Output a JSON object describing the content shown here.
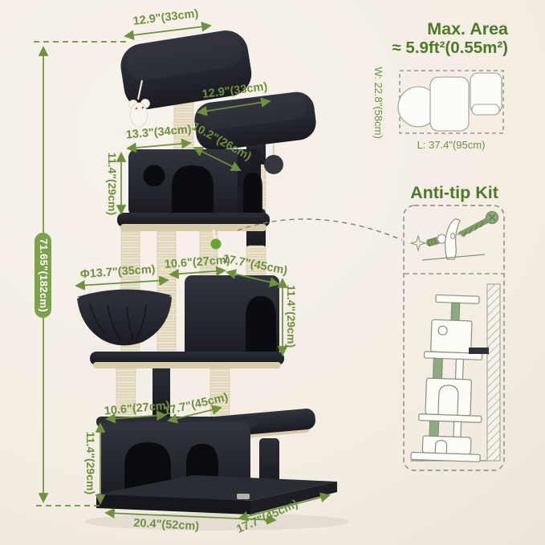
{
  "product": {
    "description": "Cat tree dimension diagram"
  },
  "dimensions": {
    "top_perch_width": "12.9\"(33cm)",
    "right_perch_width": "12.9\"(33cm)",
    "upper_condo_width": "13.3\"(34cm)",
    "upper_condo_depth": "10.2\"(26cm)",
    "upper_condo_height": "11.4\"(29cm)",
    "overall_height": "71.65\"(182cm)",
    "basket_diameter": "Φ13.7\"(35cm)",
    "middle_condo_width": "10.6\"(27cm)",
    "middle_condo_depth": "17.7\"(45cm)",
    "middle_condo_height": "11.4\"(29cm)",
    "base_condo_width": "10.6\"(27cm)",
    "base_condo_depth": "17.7\"(45cm)",
    "base_condo_height": "11.4\"(29cm)",
    "base_width": "20.4\"(52cm)",
    "base_depth": "17.7\"(45cm)"
  },
  "footprint": {
    "title": "Max. Area",
    "area": "≈ 5.9ft²(0.55m²)",
    "width": "W: 22.8\"(58cm)",
    "length": "L: 37.4\"(95cm)"
  },
  "anti_tip_kit": {
    "title": "Anti-tip Kit"
  },
  "colors": {
    "dimension_green": "#6e9140",
    "heading_green": "#4c7a28",
    "height_badge_green": "#7ca24b",
    "tree_plush_dark": "#1f2127",
    "sisal_post": "#ece4ce",
    "board_beige": "#d8cbaa",
    "background_cream": "#f3ede4"
  }
}
